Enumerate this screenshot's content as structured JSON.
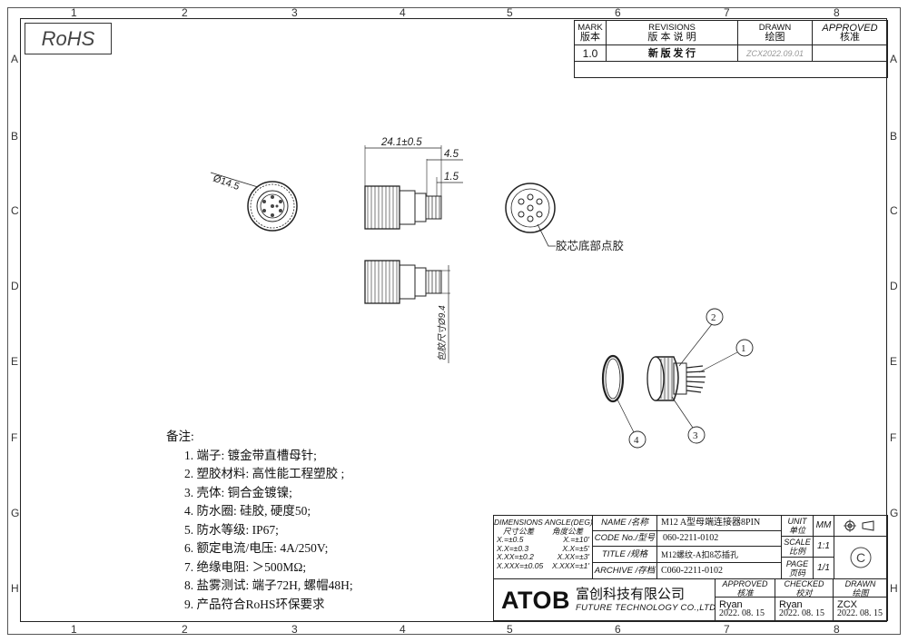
{
  "rohs": "RoHS",
  "zones": {
    "top": [
      "1",
      "2",
      "3",
      "4",
      "5",
      "6",
      "7",
      "8"
    ],
    "side": [
      "A",
      "B",
      "C",
      "D",
      "E",
      "F",
      "G",
      "H"
    ]
  },
  "revisions": {
    "mark": "MARK",
    "mark_cn": "版本",
    "revisions": "REVISIONS",
    "revisions_cn": "版 本 说 明",
    "drawn": "DRAWN",
    "drawn_cn": "绘图",
    "approved": "APPROVED",
    "approved_cn": "核准",
    "row_mark": "1.0",
    "row_desc": "新 版 发 行",
    "row_drawn": "ZCX2022.09.01"
  },
  "dims": {
    "diameter": "Ø14.5",
    "length": "24.1±0.5",
    "d45": "4.5",
    "d15": "1.5",
    "pcb_hole": "包胶尺寸Ø9.4",
    "glue_note": "胶芯底部点胶",
    "callouts": [
      "1",
      "2",
      "3",
      "4"
    ]
  },
  "notes": {
    "title": "备注:",
    "items": [
      "1. 端子: 镀金带直槽母针;",
      "2. 塑胶材料: 高性能工程塑胶 ;",
      "3. 壳体: 铜合金镀镍;",
      "4. 防水圈: 硅胶, 硬度50;",
      "5. 防水等级: IP67;",
      "6. 额定电流/电压: 4A/250V;",
      "7. 绝缘电阻: ＞500MΩ;",
      "8. 盐雾测试: 端子72H, 螺帽48H;",
      "9. 产品符合RoHS环保要求"
    ]
  },
  "titleblock": {
    "tol_header": "DIMENSIONS ANGLE(DEG)",
    "tol_cn1": "尺寸公差",
    "tol_cn2": "角度公差",
    "tol_rows": [
      [
        "X.=±0.5",
        "X.=±10'"
      ],
      [
        "X.X=±0.3",
        "X.X=±5'"
      ],
      [
        "X.XX=±0.2",
        "X.XX=±3'"
      ],
      [
        "X.XXX=±0.05",
        "X.XXX=±1'"
      ]
    ],
    "name_label": "NAME /名称",
    "name_value": "M12 A型母端连接器8PIN",
    "code_label": "CODE No./型号",
    "code_value": "060-2211-0102",
    "title_label": "TITLE /规格",
    "title_value": "M12螺纹-A扣8芯插孔",
    "archive_label": "ARCHIVE /存档",
    "archive_value": "C060-2211-0102",
    "unit_label": "UNIT",
    "unit_cn": "单位",
    "unit_value": "MM",
    "scale_label": "SCALE",
    "scale_cn": "比例",
    "scale_value": "1:1",
    "page_label": "PAGE",
    "page_cn": "页码",
    "page_value": "1/1",
    "company_logo": "ATOB",
    "company_cn": "富创科技有限公司",
    "company_en": "FUTURE TECHNOLOGY CO.,LTD",
    "approved": "APPROVED",
    "approved_cn": "核准",
    "checked": "CHECKED",
    "checked_cn": "校对",
    "drawn": "DRAWN",
    "drawn_cn": "绘图",
    "approved_name": "Ryan",
    "checked_name": "Ryan",
    "drawn_name": "ZCX",
    "approved_date": "2022. 08. 15",
    "checked_date": "2022. 08. 15",
    "drawn_date": "2022. 08. 15"
  }
}
